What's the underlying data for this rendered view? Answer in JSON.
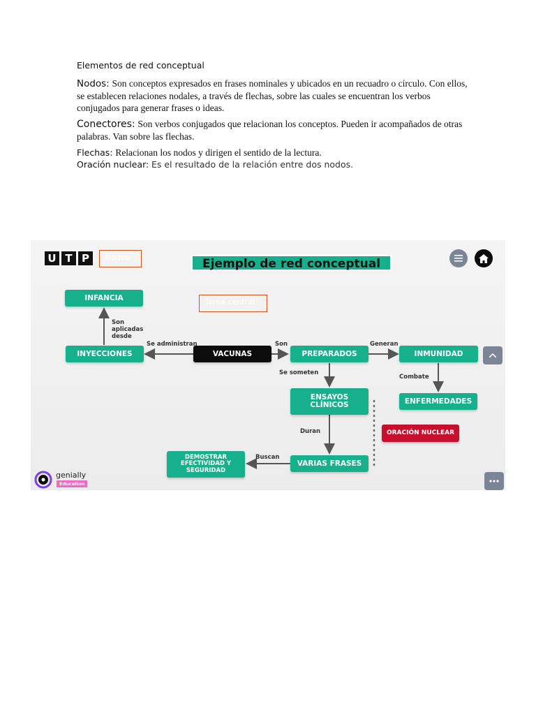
{
  "doc": {
    "heading": "Elementos de red conceptual",
    "nodos_term": "Nodos:",
    "nodos_text": "Son conceptos expresados en frases nominales y ubicados en un recuadro o círculo. Con ellos, se establecen relaciones nodales, a través de flechas, sobre las cuales se encuentran los verbos conjugados para generar frases o ideas.",
    "conectores_term": "Conectores:",
    "conectores_text": "Son verbos conjugados que relacionan los conceptos. Pueden ir acompañados de otras palabras. Van sobre las flechas.",
    "flechas_term": "Flechas:",
    "flechas_text": "Relacionan los nodos y dirigen el sentido de la lectura.",
    "oracion_term": "Oración nuclear:",
    "oracion_text": "Es el resultado de la relación entre dos nodos."
  },
  "slide": {
    "logo_letters": [
      "U",
      "T",
      "P"
    ],
    "tag_nodos": "Nodos",
    "tag_tema": "Tema central",
    "title": "Ejemplo de red conceptual",
    "nodes": {
      "infancia": "INFANCIA",
      "inyecciones": "INYECCIONES",
      "vacunas": "VACUNAS",
      "preparados": "PREPARADOS",
      "inmunidad": "INMUNIDAD",
      "ensayos": "ENSAYOS CLÍNICOS",
      "enfermedades": "ENFERMEDADES",
      "oracion_nuclear": "ORACIÓN NUCLEAR",
      "varias_frases": "VARIAS FRASES",
      "demostrar": "DEMOSTRAR EFECTIVIDAD Y SEGURIDAD"
    },
    "connectors": {
      "son_aplicadas": "Son aplicadas desde",
      "se_administran": "Se administran",
      "son": "Son",
      "generan": "Generan",
      "se_someten": "Se someten",
      "combate": "Combate",
      "duran": "Duran",
      "buscan": "Buscan"
    },
    "brand": "genially",
    "brand_badge": "Education",
    "icons": [
      "menu-icon",
      "home-icon",
      "chevron-up-icon",
      "more-icon"
    ],
    "colors": {
      "teal": "#17b08c",
      "black": "#0c0c0c",
      "red": "#c8102e",
      "outline": "#d9531e"
    }
  }
}
